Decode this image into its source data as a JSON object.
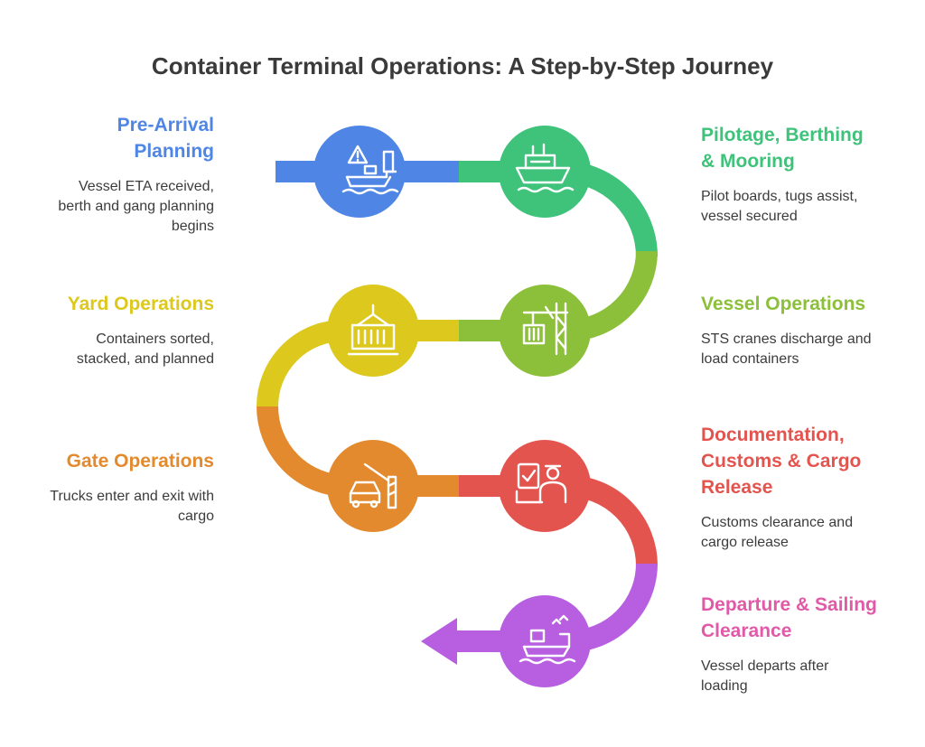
{
  "title": "Container Terminal Operations: A Step-by-Step Journey",
  "steps": [
    {
      "heading_lines": [
        "Pre-Arrival",
        "Planning"
      ],
      "description_lines": [
        "Vessel ETA received,",
        "berth and gang planning",
        "begins"
      ],
      "color": "#4f86e6",
      "icon": "warning-ship-icon"
    },
    {
      "heading_lines": [
        "Pilotage, Berthing",
        "& Mooring"
      ],
      "description_lines": [
        "Pilot boards, tugs assist,",
        "vessel secured"
      ],
      "color": "#3fc27a",
      "icon": "ship-icon"
    },
    {
      "heading_lines": [
        "Vessel Operations"
      ],
      "description_lines": [
        "STS cranes discharge and",
        "load containers"
      ],
      "color": "#8cbf3a",
      "icon": "crane-icon"
    },
    {
      "heading_lines": [
        "Yard Operations"
      ],
      "description_lines": [
        "Containers sorted,",
        "stacked, and planned"
      ],
      "color": "#ddc81e",
      "icon": "container-icon"
    },
    {
      "heading_lines": [
        "Gate Operations"
      ],
      "description_lines": [
        "Trucks enter and exit with",
        "cargo"
      ],
      "color": "#e38a2e",
      "icon": "car-gate-icon"
    },
    {
      "heading_lines": [
        "Documentation,",
        "Customs & Cargo",
        "Release"
      ],
      "description_lines": [
        "Customs clearance and",
        "cargo release"
      ],
      "color": "#e4544f",
      "icon": "customs-officer-icon"
    },
    {
      "heading_lines": [
        "Departure & Sailing",
        "Clearance"
      ],
      "description_lines": [
        "Vessel departs after",
        "loading"
      ],
      "color": "#b75fe0",
      "heading_color": "#e05aa8",
      "icon": "departing-ship-icon"
    }
  ]
}
